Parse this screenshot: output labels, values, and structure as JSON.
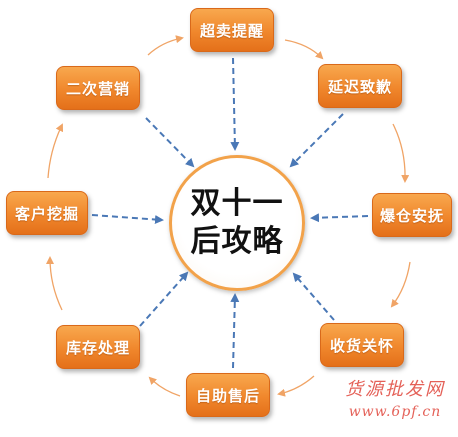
{
  "center": {
    "line1": "双十一",
    "line2": "后攻略"
  },
  "nodes": [
    {
      "label": "超卖提醒"
    },
    {
      "label": "延迟致歉"
    },
    {
      "label": "爆仓安抚"
    },
    {
      "label": "收货关怀"
    },
    {
      "label": "自助售后"
    },
    {
      "label": "库存处理"
    },
    {
      "label": "客户挖掘"
    },
    {
      "label": "二次营销"
    }
  ],
  "watermark": {
    "title": "货源批发网",
    "url": "www.6pf.cn"
  },
  "colors": {
    "box_top": "#f8a84e",
    "box_bottom": "#e4701a",
    "circle_border": "#f2a24a",
    "dash_arrow": "#4a78b6",
    "flow_arrow": "#f0a466",
    "watermark": "#e0463c"
  }
}
